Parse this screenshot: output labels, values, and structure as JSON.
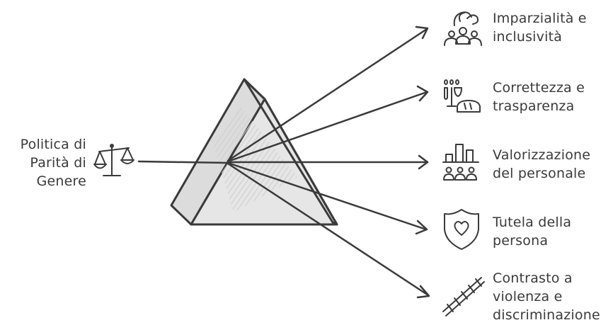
{
  "input": {
    "label_lines": [
      "Politica di",
      "Parità di",
      "Genere"
    ],
    "icon": "scales-icon"
  },
  "outputs": [
    {
      "lines": [
        "Imparzialità e",
        "inclusività"
      ],
      "icon": "group-people-icon"
    },
    {
      "lines": [
        "Correttezza e",
        "trasparenza"
      ],
      "icon": "candles-bread-icon"
    },
    {
      "lines": [
        "Valorizzazione",
        "del personale"
      ],
      "icon": "bar-chart-people-icon"
    },
    {
      "lines": [
        "Tutela della",
        "persona"
      ],
      "icon": "shield-heart-icon"
    },
    {
      "lines": [
        "Contrasto a",
        "violenza e",
        "discriminazione"
      ],
      "icon": "chain-icon"
    }
  ],
  "colors": {
    "stroke": "#3a3a3a",
    "prism_fill": "#e3e3e3",
    "prism_face": "#d8d8d8",
    "background": "#ffffff"
  }
}
